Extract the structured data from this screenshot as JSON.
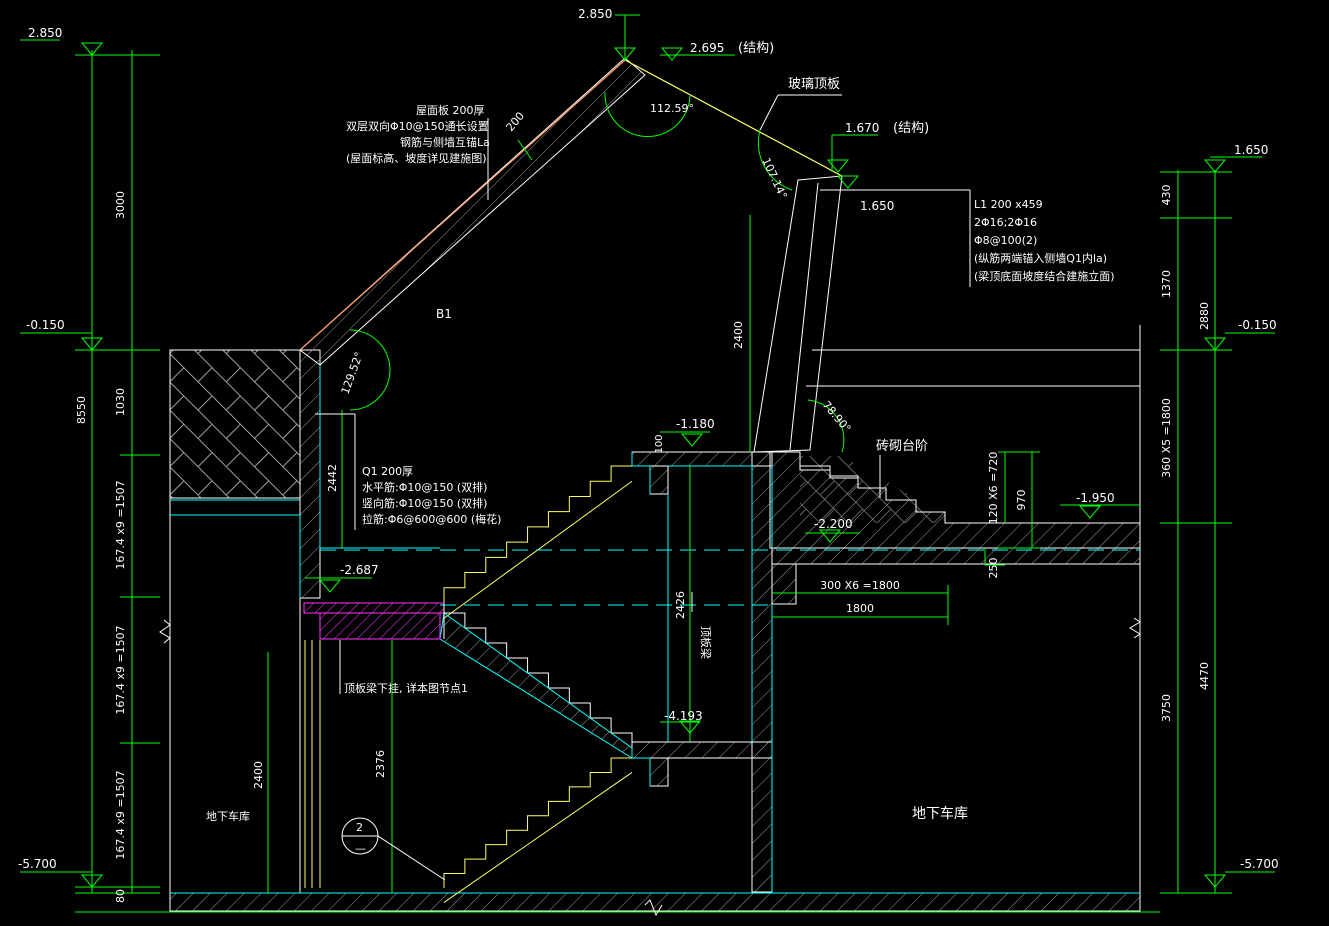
{
  "elevations": {
    "top_left": "2.850",
    "ridge": "2.850",
    "ridge_struct": "2.695",
    "ridge_struct_note": "(结构)",
    "glass_label": "玻璃顶板",
    "eave_struct": "1.670",
    "eave_struct_note": "(结构)",
    "eave_right": "1.650",
    "eave_beam": "1.650",
    "left_ground": "-0.150",
    "right_ground": "-0.150",
    "landing_upper": "-1.180",
    "steps_top": "-1.950",
    "floor_right": "-2.200",
    "landing_mid": "-2.687",
    "landing_lower": "-4.193",
    "bottom_left": "-5.700",
    "bottom_right": "-5.700"
  },
  "dims": {
    "roof_thick": "200",
    "roof_up": "3000",
    "left_1030": "1030",
    "left_total": "8550",
    "left_flight1": "167.4 x9 =1507",
    "left_flight2": "167.4 x9 =1507",
    "left_flight3": "167.4 x9 =1507",
    "left_80": "80",
    "wall_2442": "2442",
    "col_2400_top": "2400",
    "core_2426": "2426",
    "floor_2376": "2376",
    "col_2400_low": "2400",
    "land_100": "100",
    "steps_300x6": "300 X6 =1800",
    "steps_1800": "1800",
    "steps_120x6": "120 X6 =720",
    "steps_970": "970",
    "slab_250": "250",
    "right_430": "430",
    "right_1370": "1370",
    "right_2880": "2880",
    "right_360x5": "360 X5 =1800",
    "right_3750": "3750",
    "right_4470": "4470"
  },
  "angles": {
    "ridge": "112.59°",
    "eave": "107.14°",
    "base": "129.52°",
    "glass_base": "78.90°"
  },
  "notes": {
    "roof_slab": [
      "屋面板 200厚",
      "双层双向Φ10@150通长设置",
      "钢筋与侧墙互锚La",
      "(屋面标高、坡度详见建施图)"
    ],
    "wall_q1": [
      "Q1 200厚",
      "水平筋:Φ10@150 (双排)",
      "竖向筋:Φ10@150 (双排)",
      "拉筋:Φ6@600@600 (梅花)"
    ],
    "beam_l1": [
      "L1 200 x459",
      "2Φ16;2Φ16",
      "Φ8@100(2)",
      "(纵筋两端锚入侧墙Q1内la)",
      "(梁顶底面坡度结合建施立面)"
    ],
    "b1": "B1",
    "brick_steps": "砖砌台阶",
    "hanging_beam": "顶板梁下挂, 详本图节点1",
    "core_label": "顶板梁",
    "garage_left": "地下车库",
    "garage_right": "地下车库",
    "detail_num": "2",
    "detail_sub": "—"
  },
  "colors": {
    "dim": "#00ff00",
    "wall": "#00ffff",
    "glass": "#ffff66",
    "hatch": "#b0b0b0",
    "slab": "#ff33ff",
    "text": "#ffffff",
    "leader": "#ffffff"
  }
}
